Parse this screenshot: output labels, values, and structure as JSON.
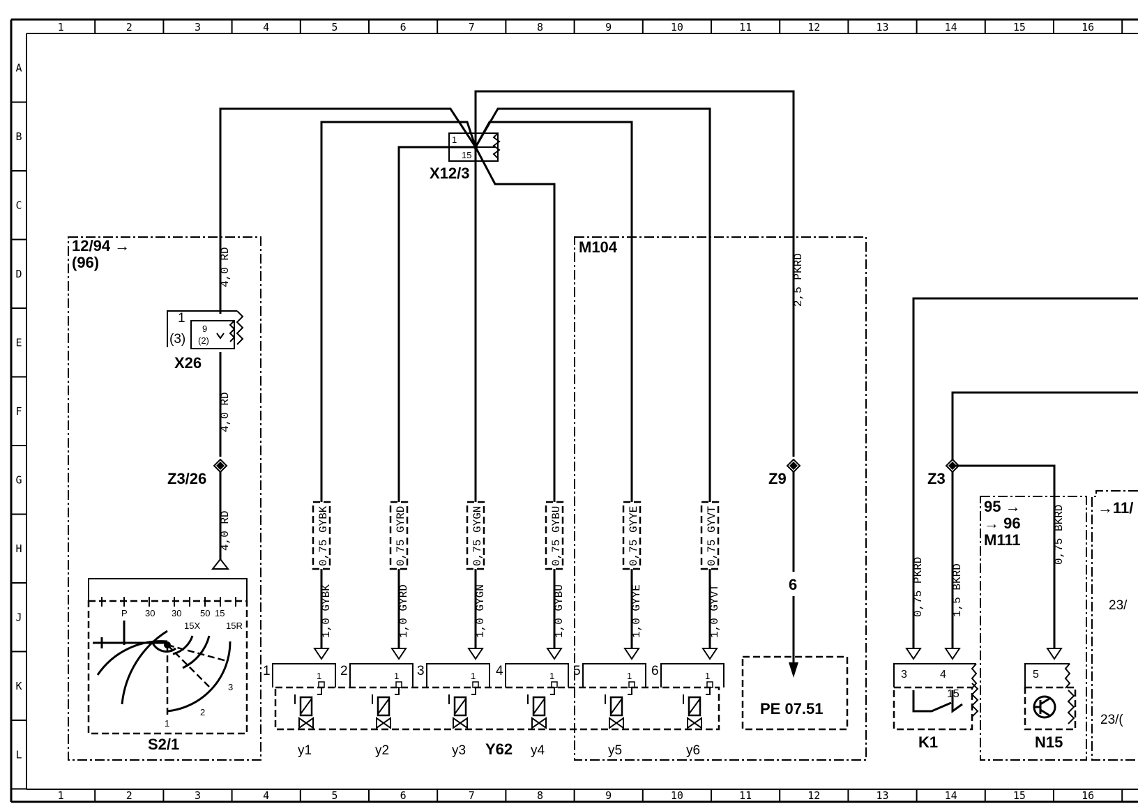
{
  "columns": [
    "1",
    "2",
    "3",
    "4",
    "5",
    "6",
    "7",
    "8",
    "9",
    "10",
    "11",
    "12",
    "13",
    "14",
    "15",
    "16"
  ],
  "rows": [
    "A",
    "B",
    "C",
    "D",
    "E",
    "F",
    "G",
    "H",
    "J",
    "K",
    "L"
  ],
  "components": {
    "connector_x12_3": {
      "name": "X12/3",
      "pin1": "1",
      "pin15": "15"
    },
    "ignition_module": {
      "date_note": "12/94 →",
      "date_note2": "(96)"
    },
    "connector_x26": {
      "name": "X26",
      "pin1": "1",
      "pin3": "(3)",
      "pin9": "9",
      "pin2": "(2)"
    },
    "splice_z3_26": {
      "name": "Z3/26"
    },
    "ignition_switch": {
      "name": "S2/1",
      "terminals": [
        "P",
        "30",
        "30",
        "15X",
        "50",
        "15",
        "15R"
      ],
      "positions": [
        "1",
        "2",
        "3"
      ]
    },
    "engine_m104": {
      "name": "M104"
    },
    "splice_z9": {
      "name": "Z9",
      "number": "6"
    },
    "reference": {
      "text": "PE  07.51"
    },
    "valves": {
      "name": "Y62",
      "labels": [
        "y1",
        "y2",
        "y3",
        "y4",
        "y5",
        "y6"
      ],
      "numbers": [
        "1",
        "2",
        "3",
        "4",
        "5",
        "6"
      ],
      "pin": "1"
    },
    "splice_z3": {
      "name": "Z3"
    },
    "relay_k1": {
      "name": "K1",
      "pins": [
        "3",
        "4",
        "15"
      ]
    },
    "module_m111": {
      "line1": "95 →",
      "line2": "→ 96",
      "line3": "M111"
    },
    "sensor_n15": {
      "name": "N15",
      "pin": "5"
    },
    "right_box": {
      "title": "→11/",
      "label1": "23/",
      "label2": "23/("
    }
  },
  "wires": {
    "rd_top": "4,0  RD",
    "rd_mid": "4,0  RD",
    "rd_low": "4,0  RD",
    "pkrd_25": "2,5  PKRD",
    "upper": [
      "0,75  GYBK",
      "0,75  GYRD",
      "0,75  GYGN",
      "0,75  GYBU",
      "0,75  GYYE",
      "0,75  GYVT"
    ],
    "lower": [
      "1,0  GYBK",
      "1,0  GYRD",
      "1,0  GYGN",
      "1,0  GYBU",
      "1,0  GYYE",
      "1,0  GYVT"
    ],
    "pkrd_075": "0,75  PKRD",
    "bkrd_15": "1,5  BKRD",
    "bkrd_075": "0,75  BKRD"
  }
}
